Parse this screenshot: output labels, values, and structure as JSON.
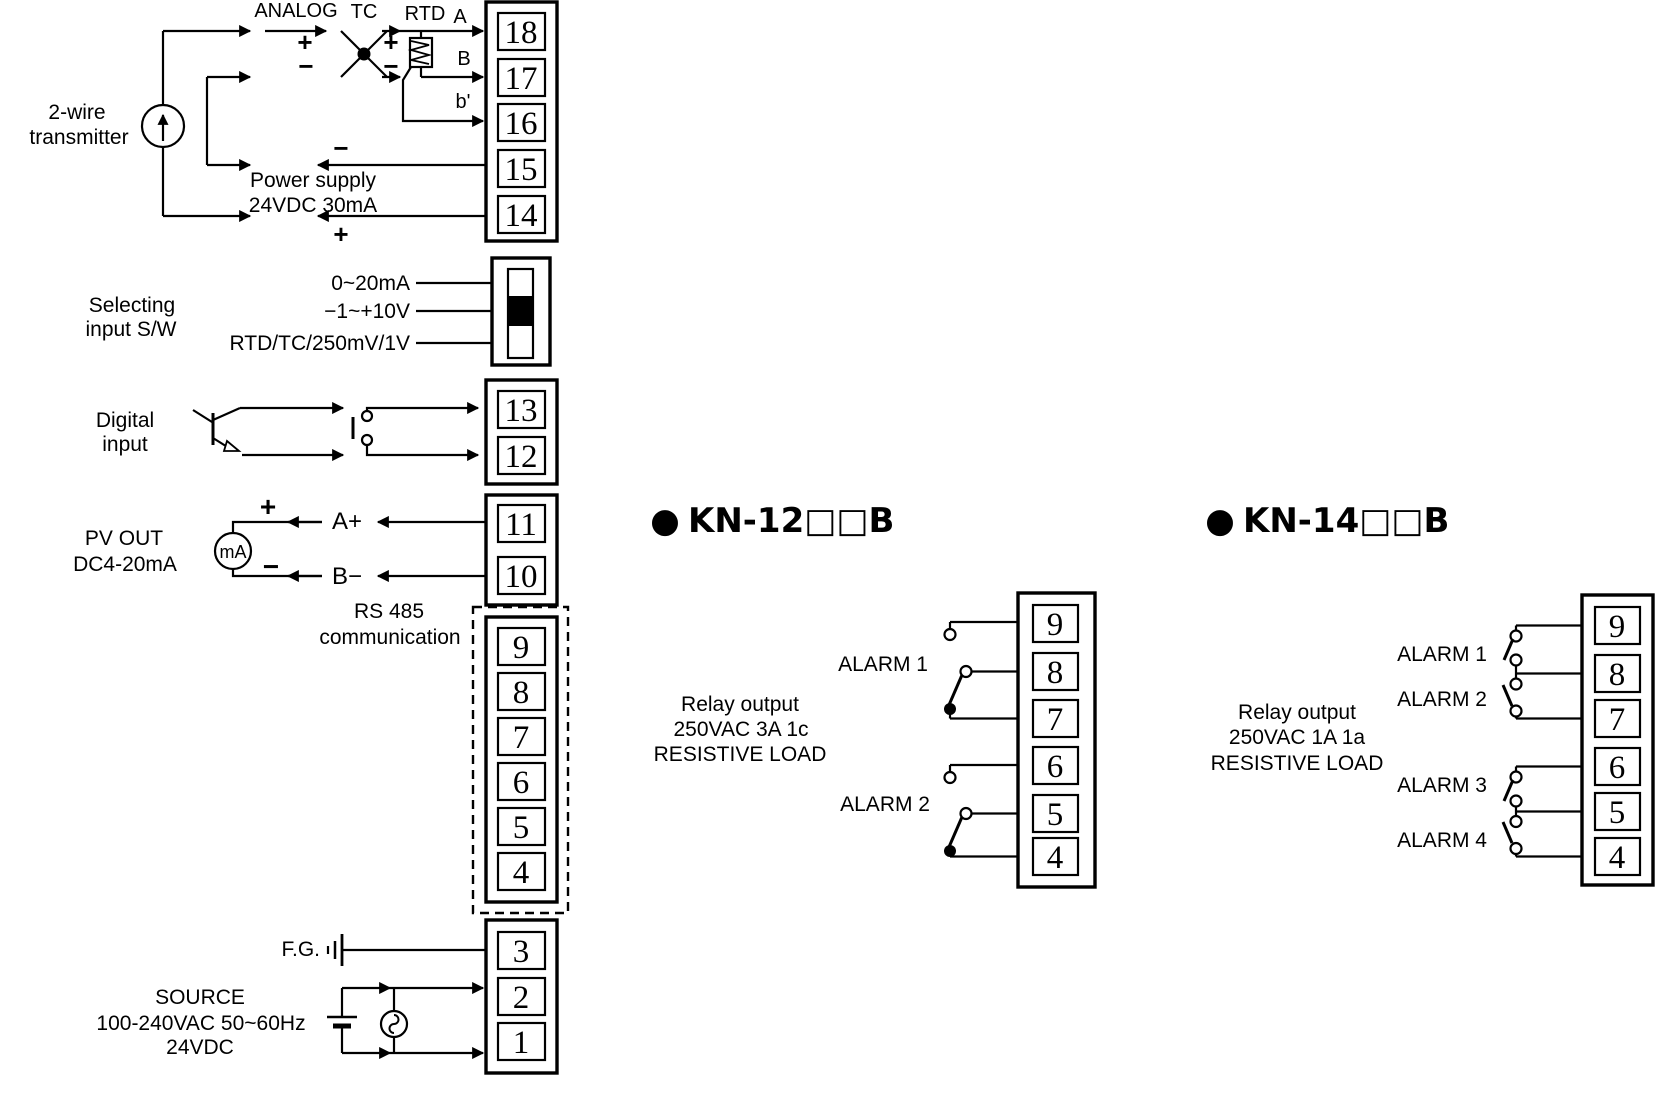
{
  "sensor": {
    "analog": "ANALOG",
    "tc": "TC",
    "rtd": "RTD",
    "a": "A",
    "b": "B",
    "b_prime": "b'",
    "plus": "+",
    "minus": "−"
  },
  "transmitter": {
    "line1": "2-wire",
    "line2": "transmitter"
  },
  "power_supply": {
    "line1": "Power supply",
    "line2": "24VDC 30mA",
    "plus": "+",
    "minus": "−"
  },
  "input_switch": {
    "label1": "Selecting",
    "label2": "input S/W",
    "options": [
      "0~20mA",
      "−1~+10V",
      "RTD/TC/250mV/1V"
    ]
  },
  "digital_input": {
    "line1": "Digital",
    "line2": "input"
  },
  "pv_out": {
    "line1": "PV OUT",
    "line2": "DC4-20mA",
    "meter": "mA",
    "a_plus": "A+",
    "b_minus": "B−",
    "plus": "+",
    "minus": "−"
  },
  "rs485": {
    "line1": "RS 485",
    "line2": "communication"
  },
  "fg_label": "F.G.",
  "source": {
    "line1": "SOURCE",
    "line2": "100-240VAC 50~60Hz",
    "line3": "24VDC"
  },
  "terminals": {
    "input": [
      "18",
      "17",
      "16",
      "15",
      "14"
    ],
    "digital": [
      "13",
      "12"
    ],
    "pvout": [
      "11",
      "10"
    ],
    "rs485": [
      "9",
      "8",
      "7",
      "6",
      "5",
      "4"
    ],
    "power": [
      "3",
      "2",
      "1"
    ]
  },
  "kn12": {
    "bullet": "●",
    "title": "KN-12□□B",
    "relay_line1": "Relay output",
    "relay_line2": "250VAC 3A 1c",
    "relay_line3": "RESISTIVE LOAD",
    "alarms": [
      "ALARM 1",
      "ALARM 2"
    ],
    "terminals": [
      "9",
      "8",
      "7",
      "6",
      "5",
      "4"
    ]
  },
  "kn14": {
    "bullet": "●",
    "title": "KN-14□□B",
    "relay_line1": "Relay output",
    "relay_line2": "250VAC 1A 1a",
    "relay_line3": "RESISTIVE LOAD",
    "alarms": [
      "ALARM 1",
      "ALARM 2",
      "ALARM 3",
      "ALARM 4"
    ],
    "terminals": [
      "9",
      "8",
      "7",
      "6",
      "5",
      "4"
    ]
  }
}
